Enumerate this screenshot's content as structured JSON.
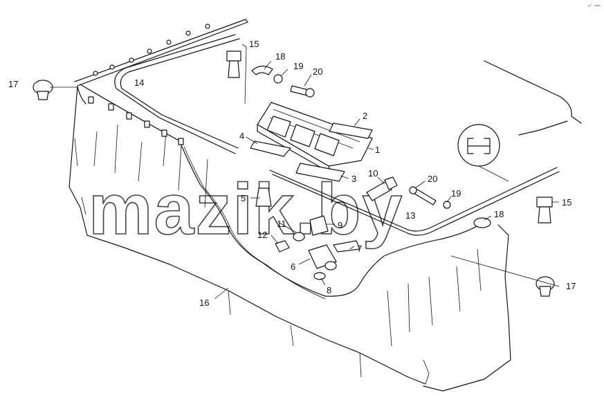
{
  "diagram": {
    "watermark": "mazik.by",
    "corner_mark": "s^ ===",
    "callouts": [
      {
        "id": "c1",
        "label": "1"
      },
      {
        "id": "c2",
        "label": "2"
      },
      {
        "id": "c3",
        "label": "3"
      },
      {
        "id": "c4",
        "label": "4"
      },
      {
        "id": "c5",
        "label": "5"
      },
      {
        "id": "c6",
        "label": "6"
      },
      {
        "id": "c7",
        "label": "7"
      },
      {
        "id": "c8",
        "label": "8"
      },
      {
        "id": "c9",
        "label": "9"
      },
      {
        "id": "c10",
        "label": "10"
      },
      {
        "id": "c11",
        "label": "11"
      },
      {
        "id": "c12",
        "label": "12"
      },
      {
        "id": "c13",
        "label": "13"
      },
      {
        "id": "c14",
        "label": "14"
      },
      {
        "id": "c15a",
        "label": "15"
      },
      {
        "id": "c15b",
        "label": "15"
      },
      {
        "id": "c16",
        "label": "16"
      },
      {
        "id": "c17a",
        "label": "17"
      },
      {
        "id": "c17b",
        "label": "17"
      },
      {
        "id": "c18a",
        "label": "18"
      },
      {
        "id": "c18b",
        "label": "18"
      },
      {
        "id": "c19a",
        "label": "19"
      },
      {
        "id": "c19b",
        "label": "19"
      },
      {
        "id": "c20a",
        "label": "20"
      },
      {
        "id": "c20b",
        "label": "20"
      }
    ]
  }
}
